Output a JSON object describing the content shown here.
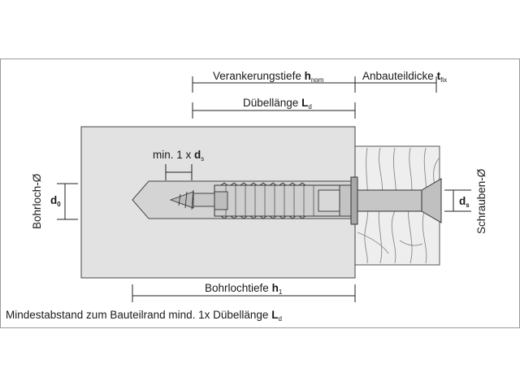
{
  "labels": {
    "anchor_depth": "Verankerungstiefe",
    "anchor_depth_sym": "h",
    "anchor_depth_sub": "nom",
    "fixture_thickness": "Anbauteildicke",
    "fixture_thickness_sym": "t",
    "fixture_thickness_sub": "fix",
    "plug_length": "Dübellänge",
    "plug_length_sym": "L",
    "plug_length_sub": "d",
    "min_dist": "min. 1 x",
    "min_dist_sym": "d",
    "min_dist_sub": "s",
    "drill_hole": "Bohrloch-Ø",
    "drill_sym": "d",
    "drill_sub": "0",
    "screw": "Schrauben-Ø",
    "screw_sym": "d",
    "screw_sub": "s",
    "hole_depth": "Bohrlochtiefe",
    "hole_depth_sym": "h",
    "hole_depth_sub": "1",
    "footer": "Mindestabstand zum Bauteilrand mind. 1x Dübellänge",
    "footer_sym": "L",
    "footer_sub": "d"
  },
  "colors": {
    "base_material": "#e2e2e2",
    "wood": "#eeeeee",
    "outline": "#333333",
    "dim_line": "#222222",
    "frame": "#9a9a9a"
  }
}
